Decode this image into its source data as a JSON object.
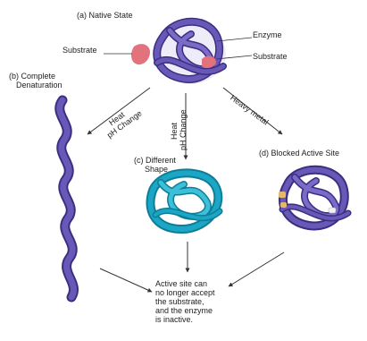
{
  "labels": {
    "native_state": "(a) Native State",
    "enzyme": "Enzyme",
    "substrate_left": "Substrate",
    "substrate_right": "Substrate",
    "complete_line1": "(b) Complete",
    "complete_line2": "Denaturation",
    "arrow_b_line1": "Heat",
    "arrow_b_line2": "pH Change",
    "arrow_c_line1": "Heat",
    "arrow_c_line2": "pH Change",
    "arrow_d": "Heavy metal",
    "different_line1": "(c) Different",
    "different_line2": "Shape",
    "blocked": "(d) Blocked Active Site",
    "outcome_lines": [
      "Active site can",
      "no longer accept",
      "the substrate,",
      "and the enzyme",
      "is inactive."
    ]
  },
  "colors": {
    "enzyme": "#5b4aa6",
    "enzyme_dark": "#3b2f80",
    "substrate": "#e2727b",
    "different_shape": "#1aa6c4",
    "heavy_metal": "#e5b86a",
    "arrow": "#333333"
  }
}
